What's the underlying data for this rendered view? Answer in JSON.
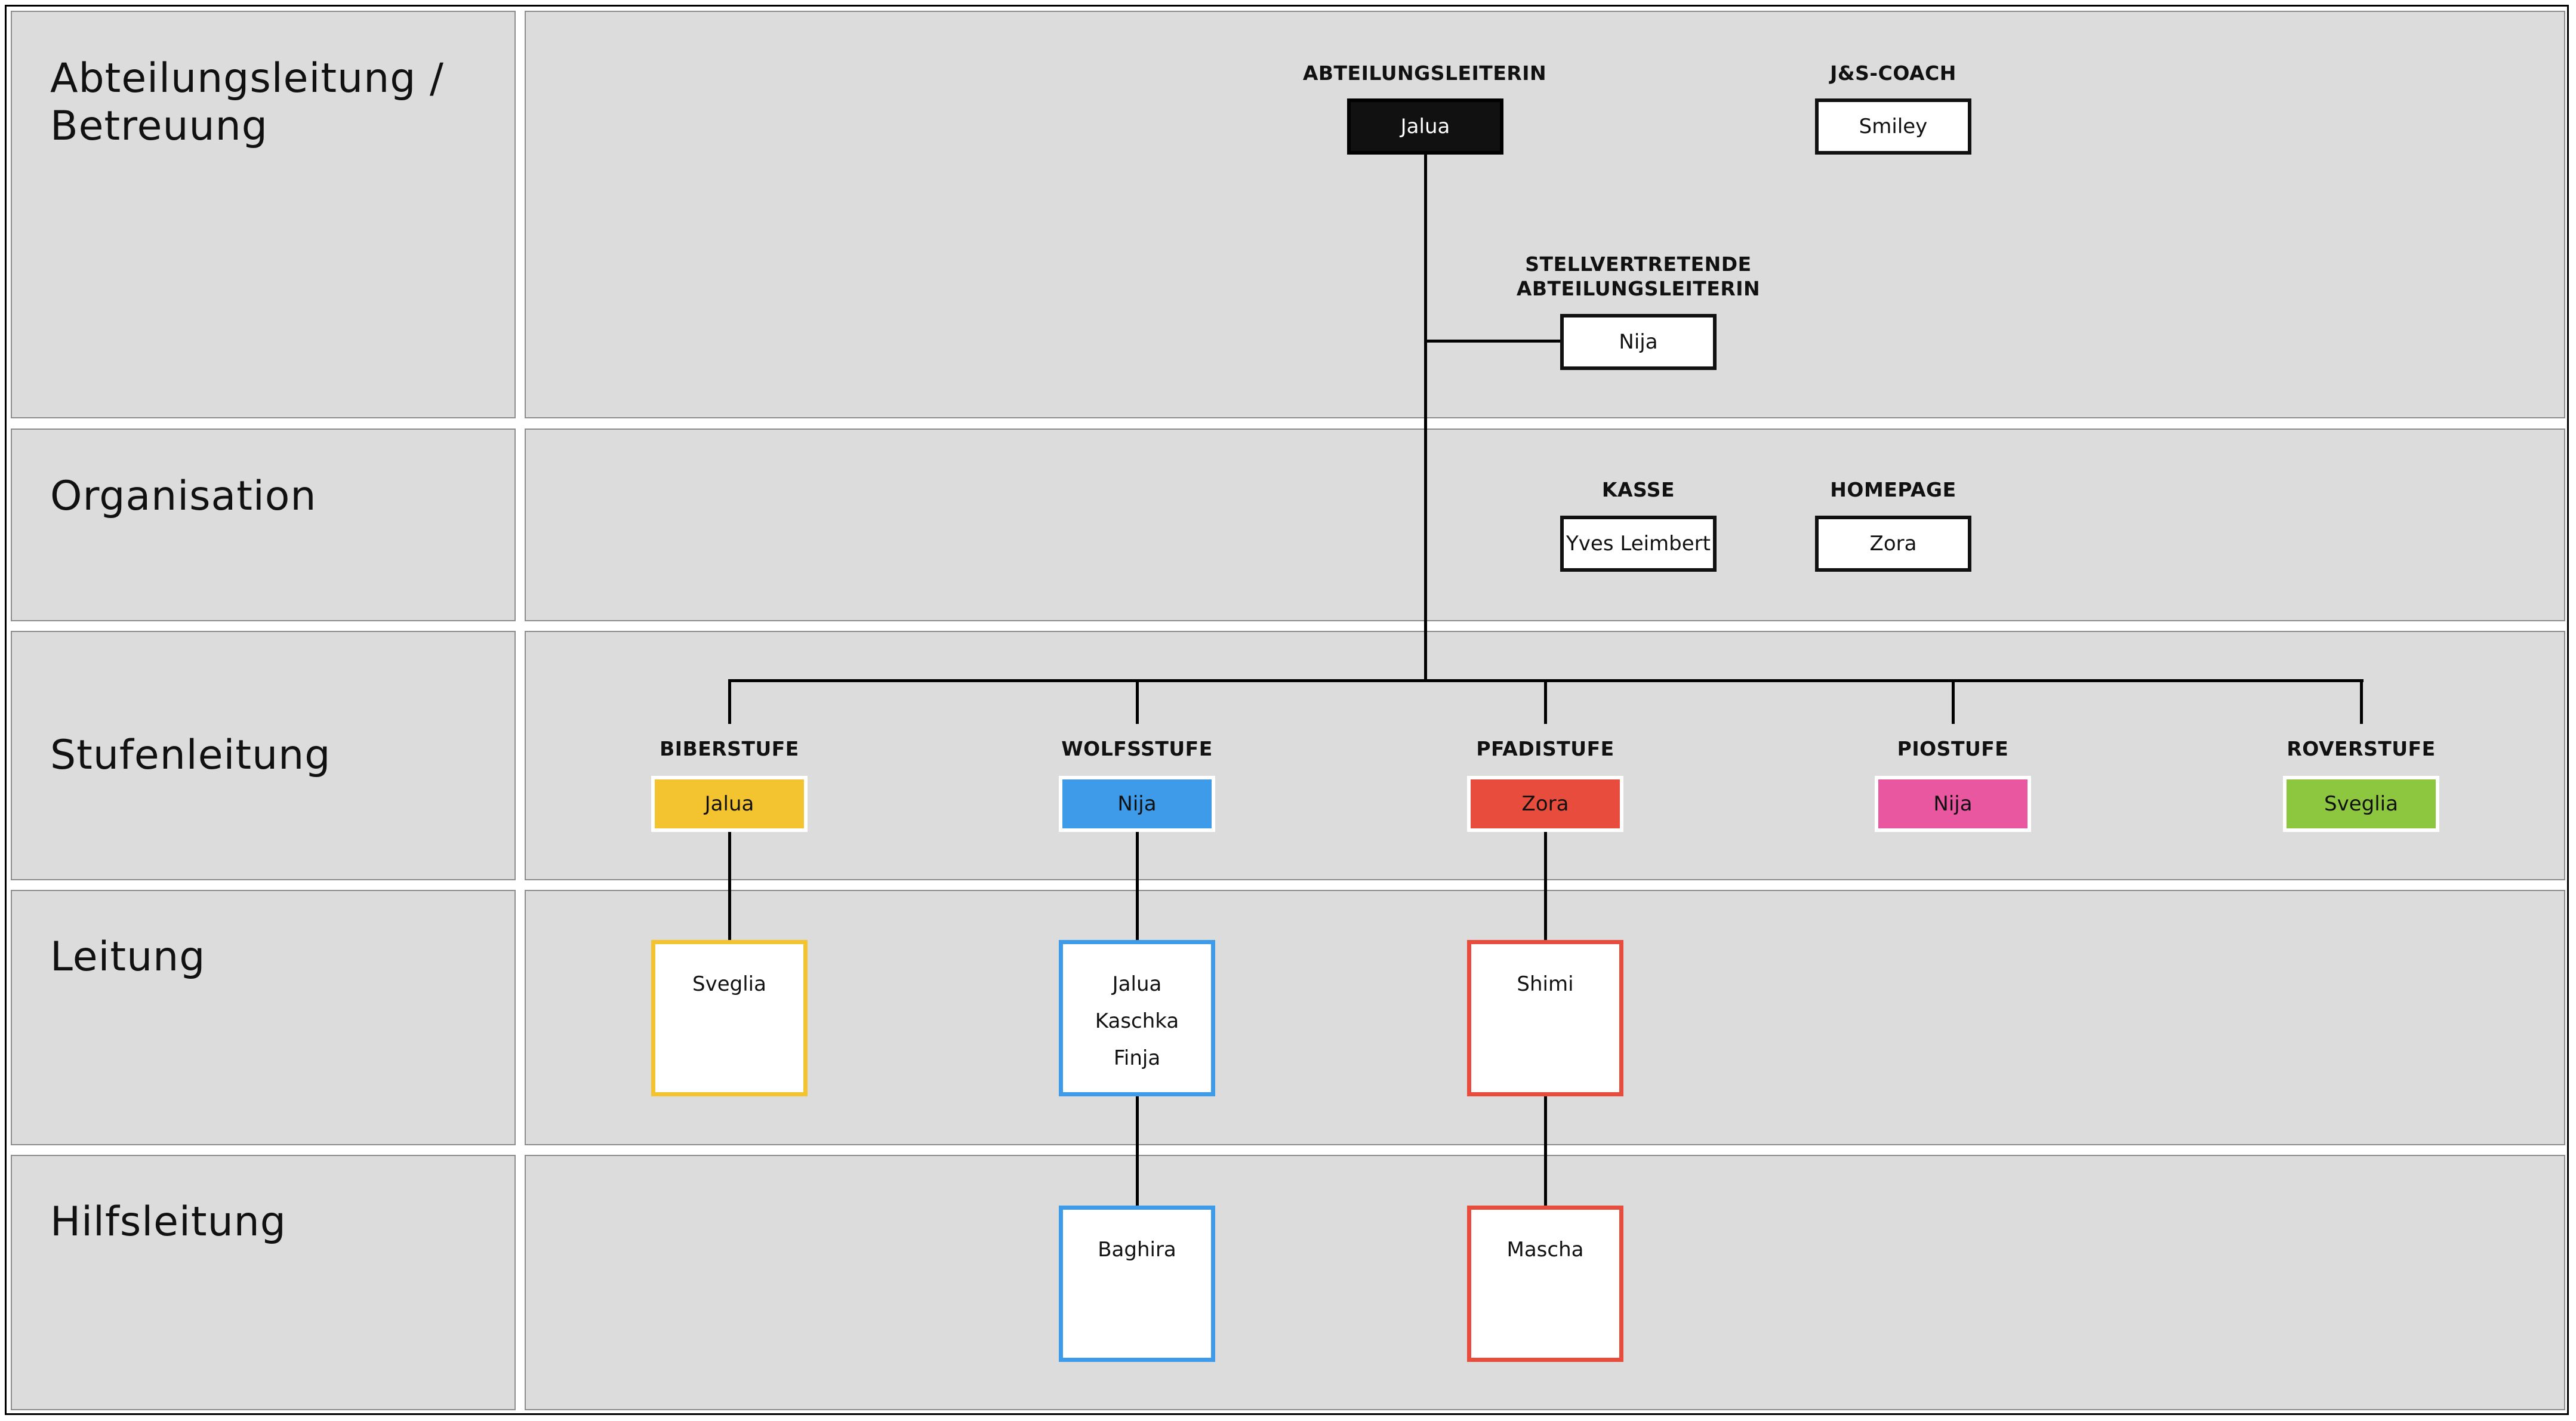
{
  "rows": [
    {
      "label": "Abteilungsleitung /\nBetreuung"
    },
    {
      "label": "Organisation"
    },
    {
      "label": "Stufenleitung"
    },
    {
      "label": "Leitung"
    },
    {
      "label": "Hilfsleitung"
    }
  ],
  "roles": {
    "abteilungsleiterin": {
      "title": "ABTEILUNGSLEITERIN",
      "name": "Jalua"
    },
    "js_coach": {
      "title": "J&S-COACH",
      "name": "Smiley"
    },
    "stellvertretende": {
      "title": "STELLVERTRETENDE\nABTEILUNGSLEITERIN",
      "name": "Nija"
    },
    "kasse": {
      "title": "KASSE",
      "name": "Yves Leimbert"
    },
    "homepage": {
      "title": "HOMEPAGE",
      "name": "Zora"
    }
  },
  "stufen": [
    {
      "title": "BIBERSTUFE",
      "name": "Jalua",
      "color": "#f4c430",
      "leitung": [
        "Sveglia"
      ],
      "hilfsleitung": []
    },
    {
      "title": "WOLFSSTUFE",
      "name": "Nija",
      "color": "#3d9be9",
      "leitung": [
        "Jalua",
        "Kaschka",
        "Finja"
      ],
      "hilfsleitung": [
        "Baghira"
      ]
    },
    {
      "title": "PFADISTUFE",
      "name": "Zora",
      "color": "#e74c3c",
      "leitung": [
        "Shimi"
      ],
      "hilfsleitung": [
        "Mascha"
      ]
    },
    {
      "title": "PIOSTUFE",
      "name": "Nija",
      "color": "#e8579f",
      "leitung": [],
      "hilfsleitung": []
    },
    {
      "title": "ROVERSTUFE",
      "name": "Sveglia",
      "color": "#8dc63f",
      "leitung": [],
      "hilfsleitung": []
    }
  ]
}
